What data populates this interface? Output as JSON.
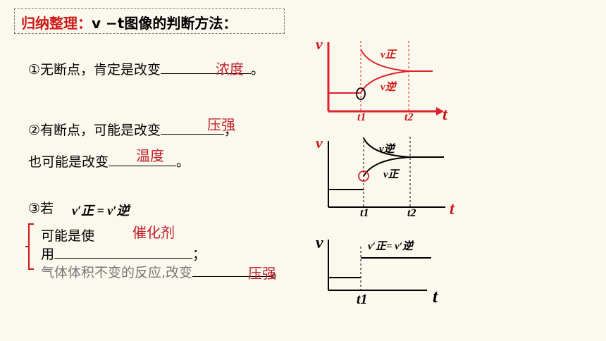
{
  "title": {
    "label": "归纳整理：",
    "text": "v −t图像的判断方法："
  },
  "item1": {
    "text": "①无断点，肯定是改变",
    "answer": "浓度",
    "end": "。"
  },
  "item2": {
    "text": "②有断点，可能是改变",
    "answer": "压强",
    "end": "，"
  },
  "item2b": {
    "text": "也可能是改变",
    "answer": "温度",
    "end": "。"
  },
  "item3": {
    "prefix": "③若",
    "formula": "v′正 = v′逆",
    "answer": "催化剂",
    "line1": "可能是使",
    "line2": "用",
    "line2_end": "；",
    "line3": "气体体积不变的反应,改变",
    "answer2": "压强",
    "end": "。"
  },
  "graph1": {
    "v": "v",
    "t": "t",
    "t1": "t1",
    "t2": "t2",
    "label_a": "v正",
    "label_b": "v逆"
  },
  "graph2": {
    "v": "v",
    "t": "t",
    "t1": "t1",
    "t2": "t2",
    "label_a": "v逆",
    "label_b": "v正"
  },
  "graph3": {
    "v": "v",
    "t": "t",
    "t1": "t1",
    "label": "v′正= v′逆"
  },
  "colors": {
    "accent_red": "#d01818",
    "curve_red": "#e0202a",
    "answer_red": "#c0202a",
    "background": "#fbf8ee"
  }
}
